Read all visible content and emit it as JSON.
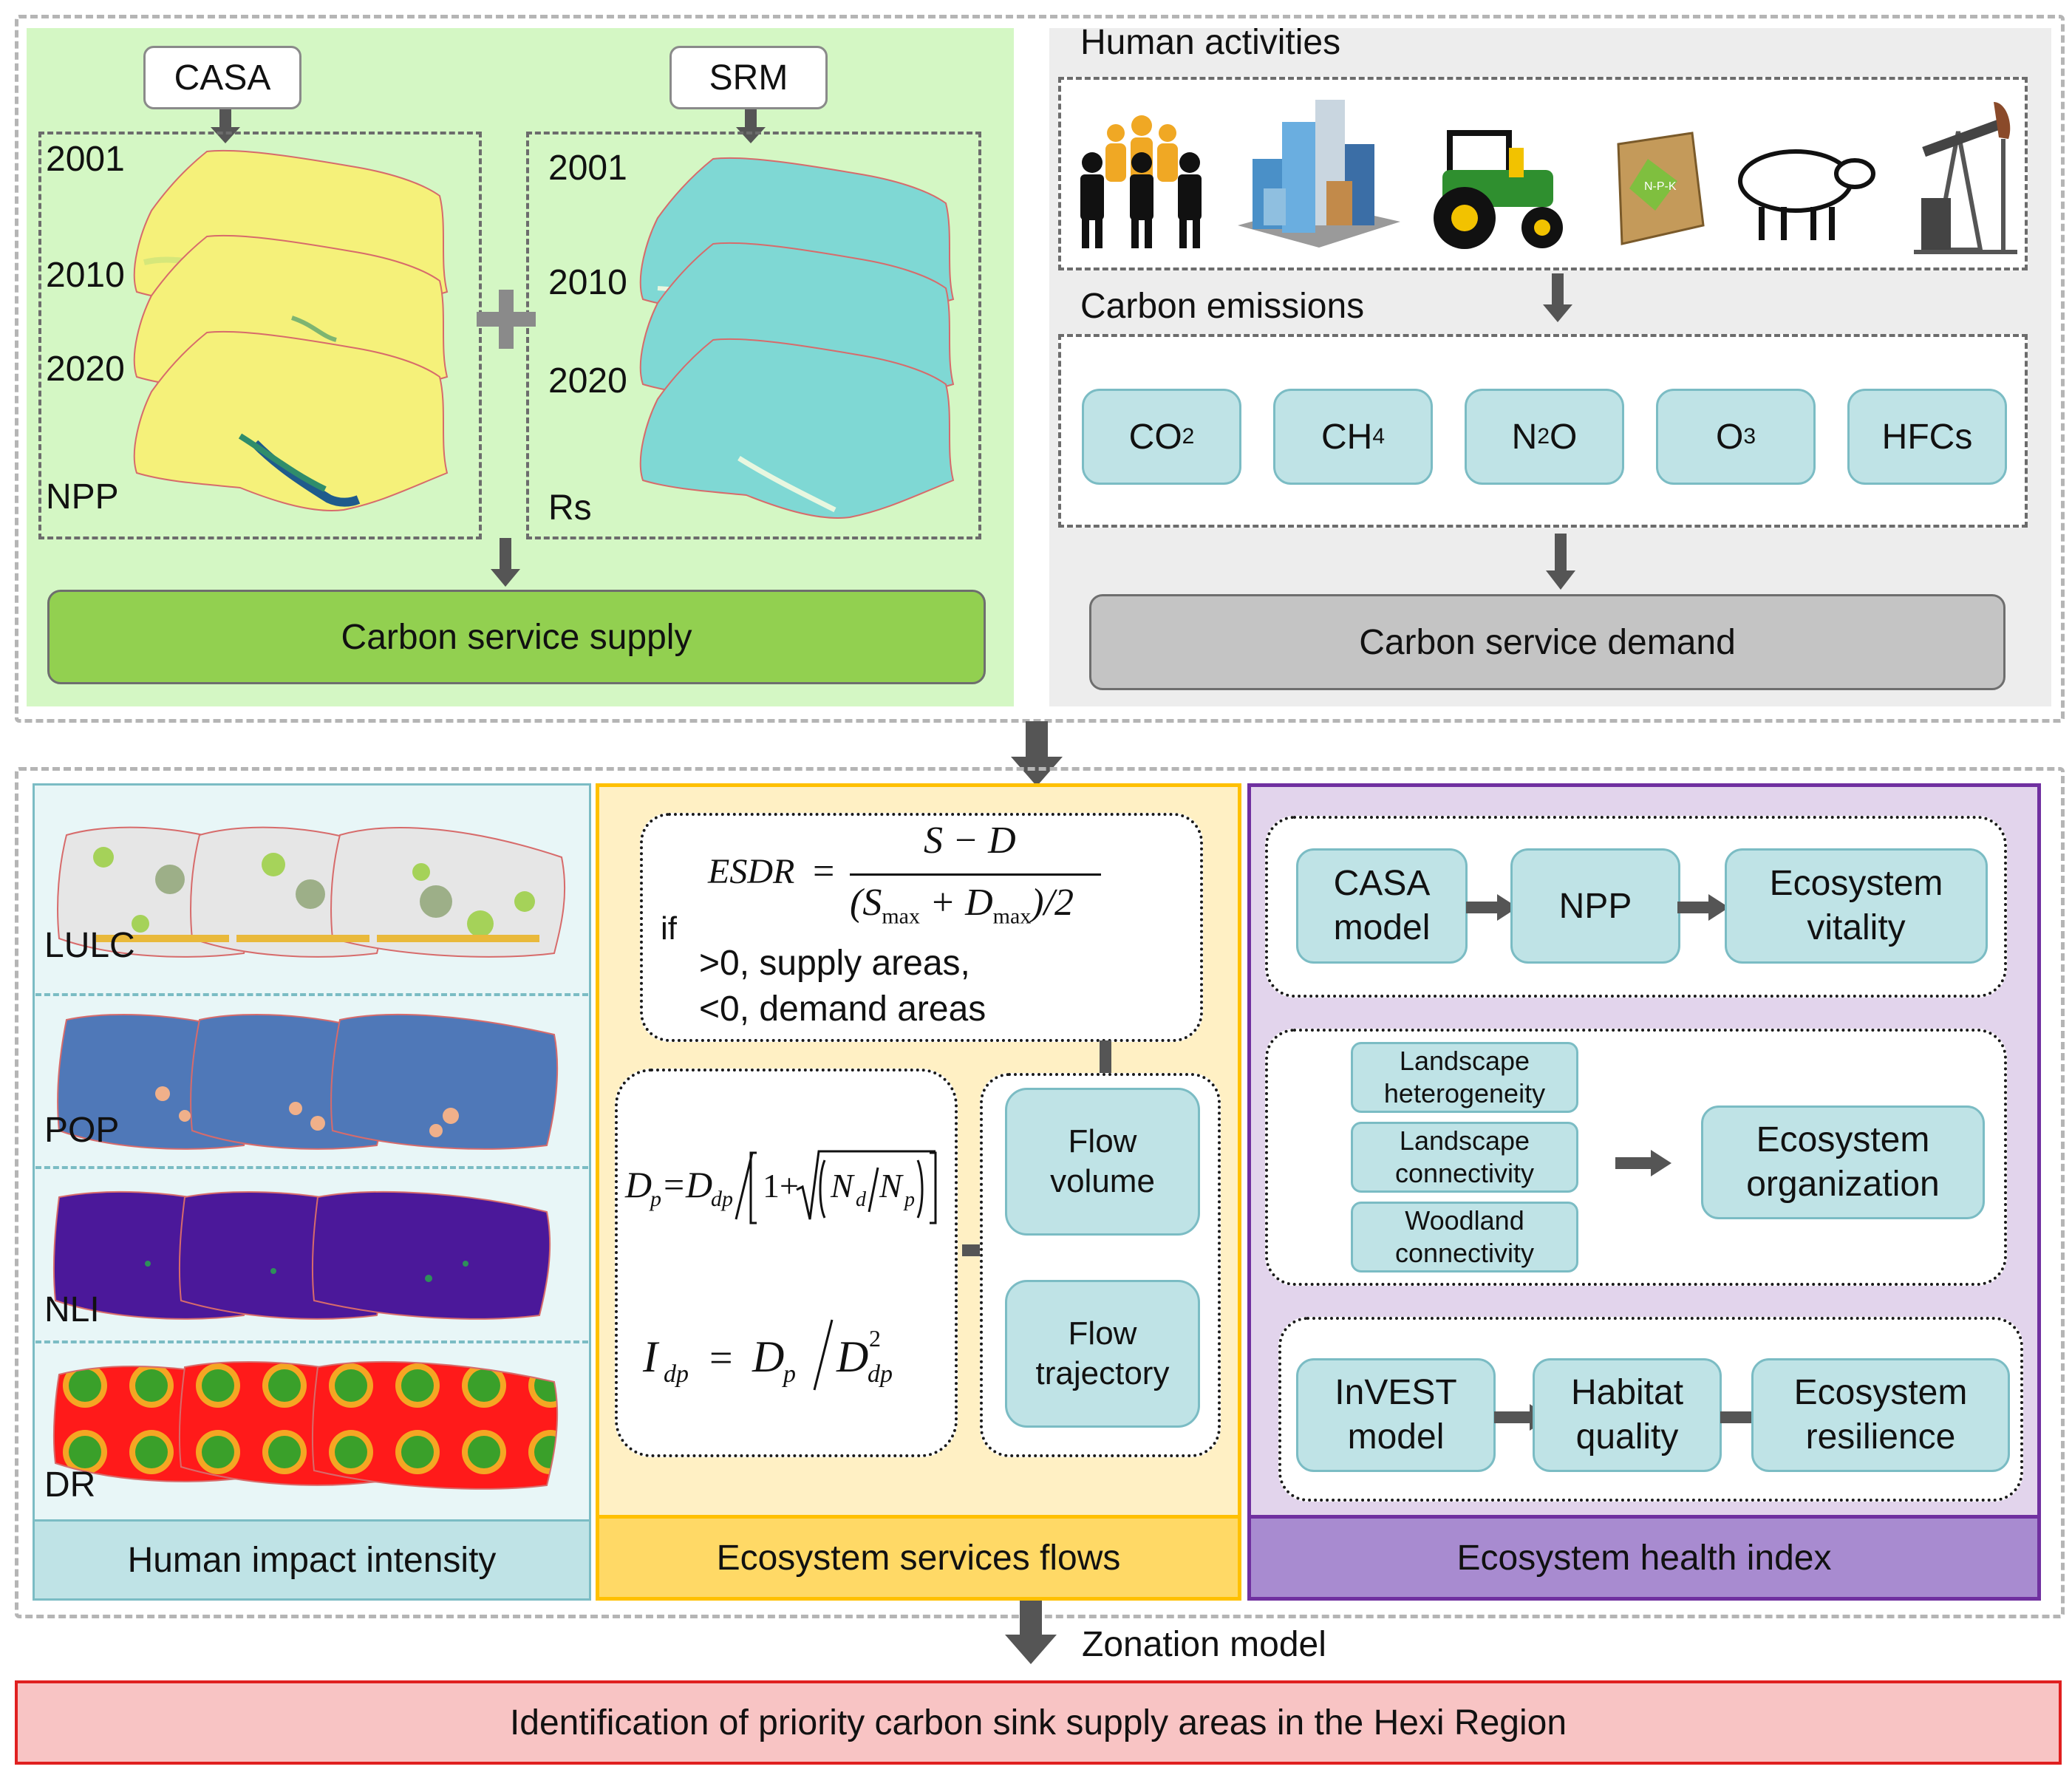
{
  "top_left": {
    "casa_label": "CASA",
    "srm_label": "SRM",
    "npp_years": [
      "2001",
      "2010",
      "2020"
    ],
    "rs_years": [
      "2001",
      "2010",
      "2020"
    ],
    "npp_label": "NPP",
    "rs_label": "Rs",
    "supply_label": "Carbon service supply"
  },
  "top_right": {
    "human_activities_title": "Human activities",
    "carbon_emissions_title": "Carbon emissions",
    "gases": [
      {
        "base": "CO",
        "sub": "2"
      },
      {
        "base": "CH",
        "sub": "4"
      },
      {
        "base": "N",
        "sub": "2",
        "tail": "O"
      },
      {
        "base": "O",
        "sub": "3"
      },
      {
        "base": "HFCs",
        "sub": ""
      }
    ],
    "demand_label": "Carbon service demand"
  },
  "human_impact": {
    "layers": [
      "LULC",
      "POP",
      "NLI",
      "DR"
    ],
    "footer": "Human impact intensity"
  },
  "flows": {
    "esdr_lhs": "ESDR",
    "esdr_num": "S − D",
    "esdr_den": "(S",
    "esdr_den_max": "max",
    "esdr_den_mid": " + D",
    "esdr_den_max2": "max",
    "esdr_den_end": ")/2",
    "if_label": "if",
    "cond_supply": ">0, supply areas,",
    "cond_demand": "<0, demand areas",
    "flow_volume": "Flow volume",
    "flow_trajectory": "Flow trajectory",
    "footer": "Ecosystem services flows"
  },
  "health": {
    "row1": [
      "CASA model",
      "NPP",
      "Ecosystem vitality"
    ],
    "row2_inputs": [
      "Landscape heterogeneity",
      "Landscape connectivity",
      "Woodland connectivity"
    ],
    "row2_output": "Ecosystem organization",
    "row3": [
      "InVEST model",
      "Habitat quality",
      "Ecosystem resilience"
    ],
    "footer": "Ecosystem health index"
  },
  "zonation_label": "Zonation model",
  "final_label": "Identification of priority carbon sink supply areas in the Hexi Region",
  "colors": {
    "green_bg": "#d4f7c4",
    "supply_green": "#92d050",
    "grey_bg": "#ededed",
    "demand_grey": "#c4c4c4",
    "blue_bg": "#e8f6f7",
    "blue_footer": "#bfe3e6",
    "yellow_bg": "#fff0c4",
    "yellow_footer": "#ffd966",
    "purple_bg": "#e2d4ec",
    "purple_footer": "#a88bd0",
    "final_red": "#f8c4c4"
  }
}
